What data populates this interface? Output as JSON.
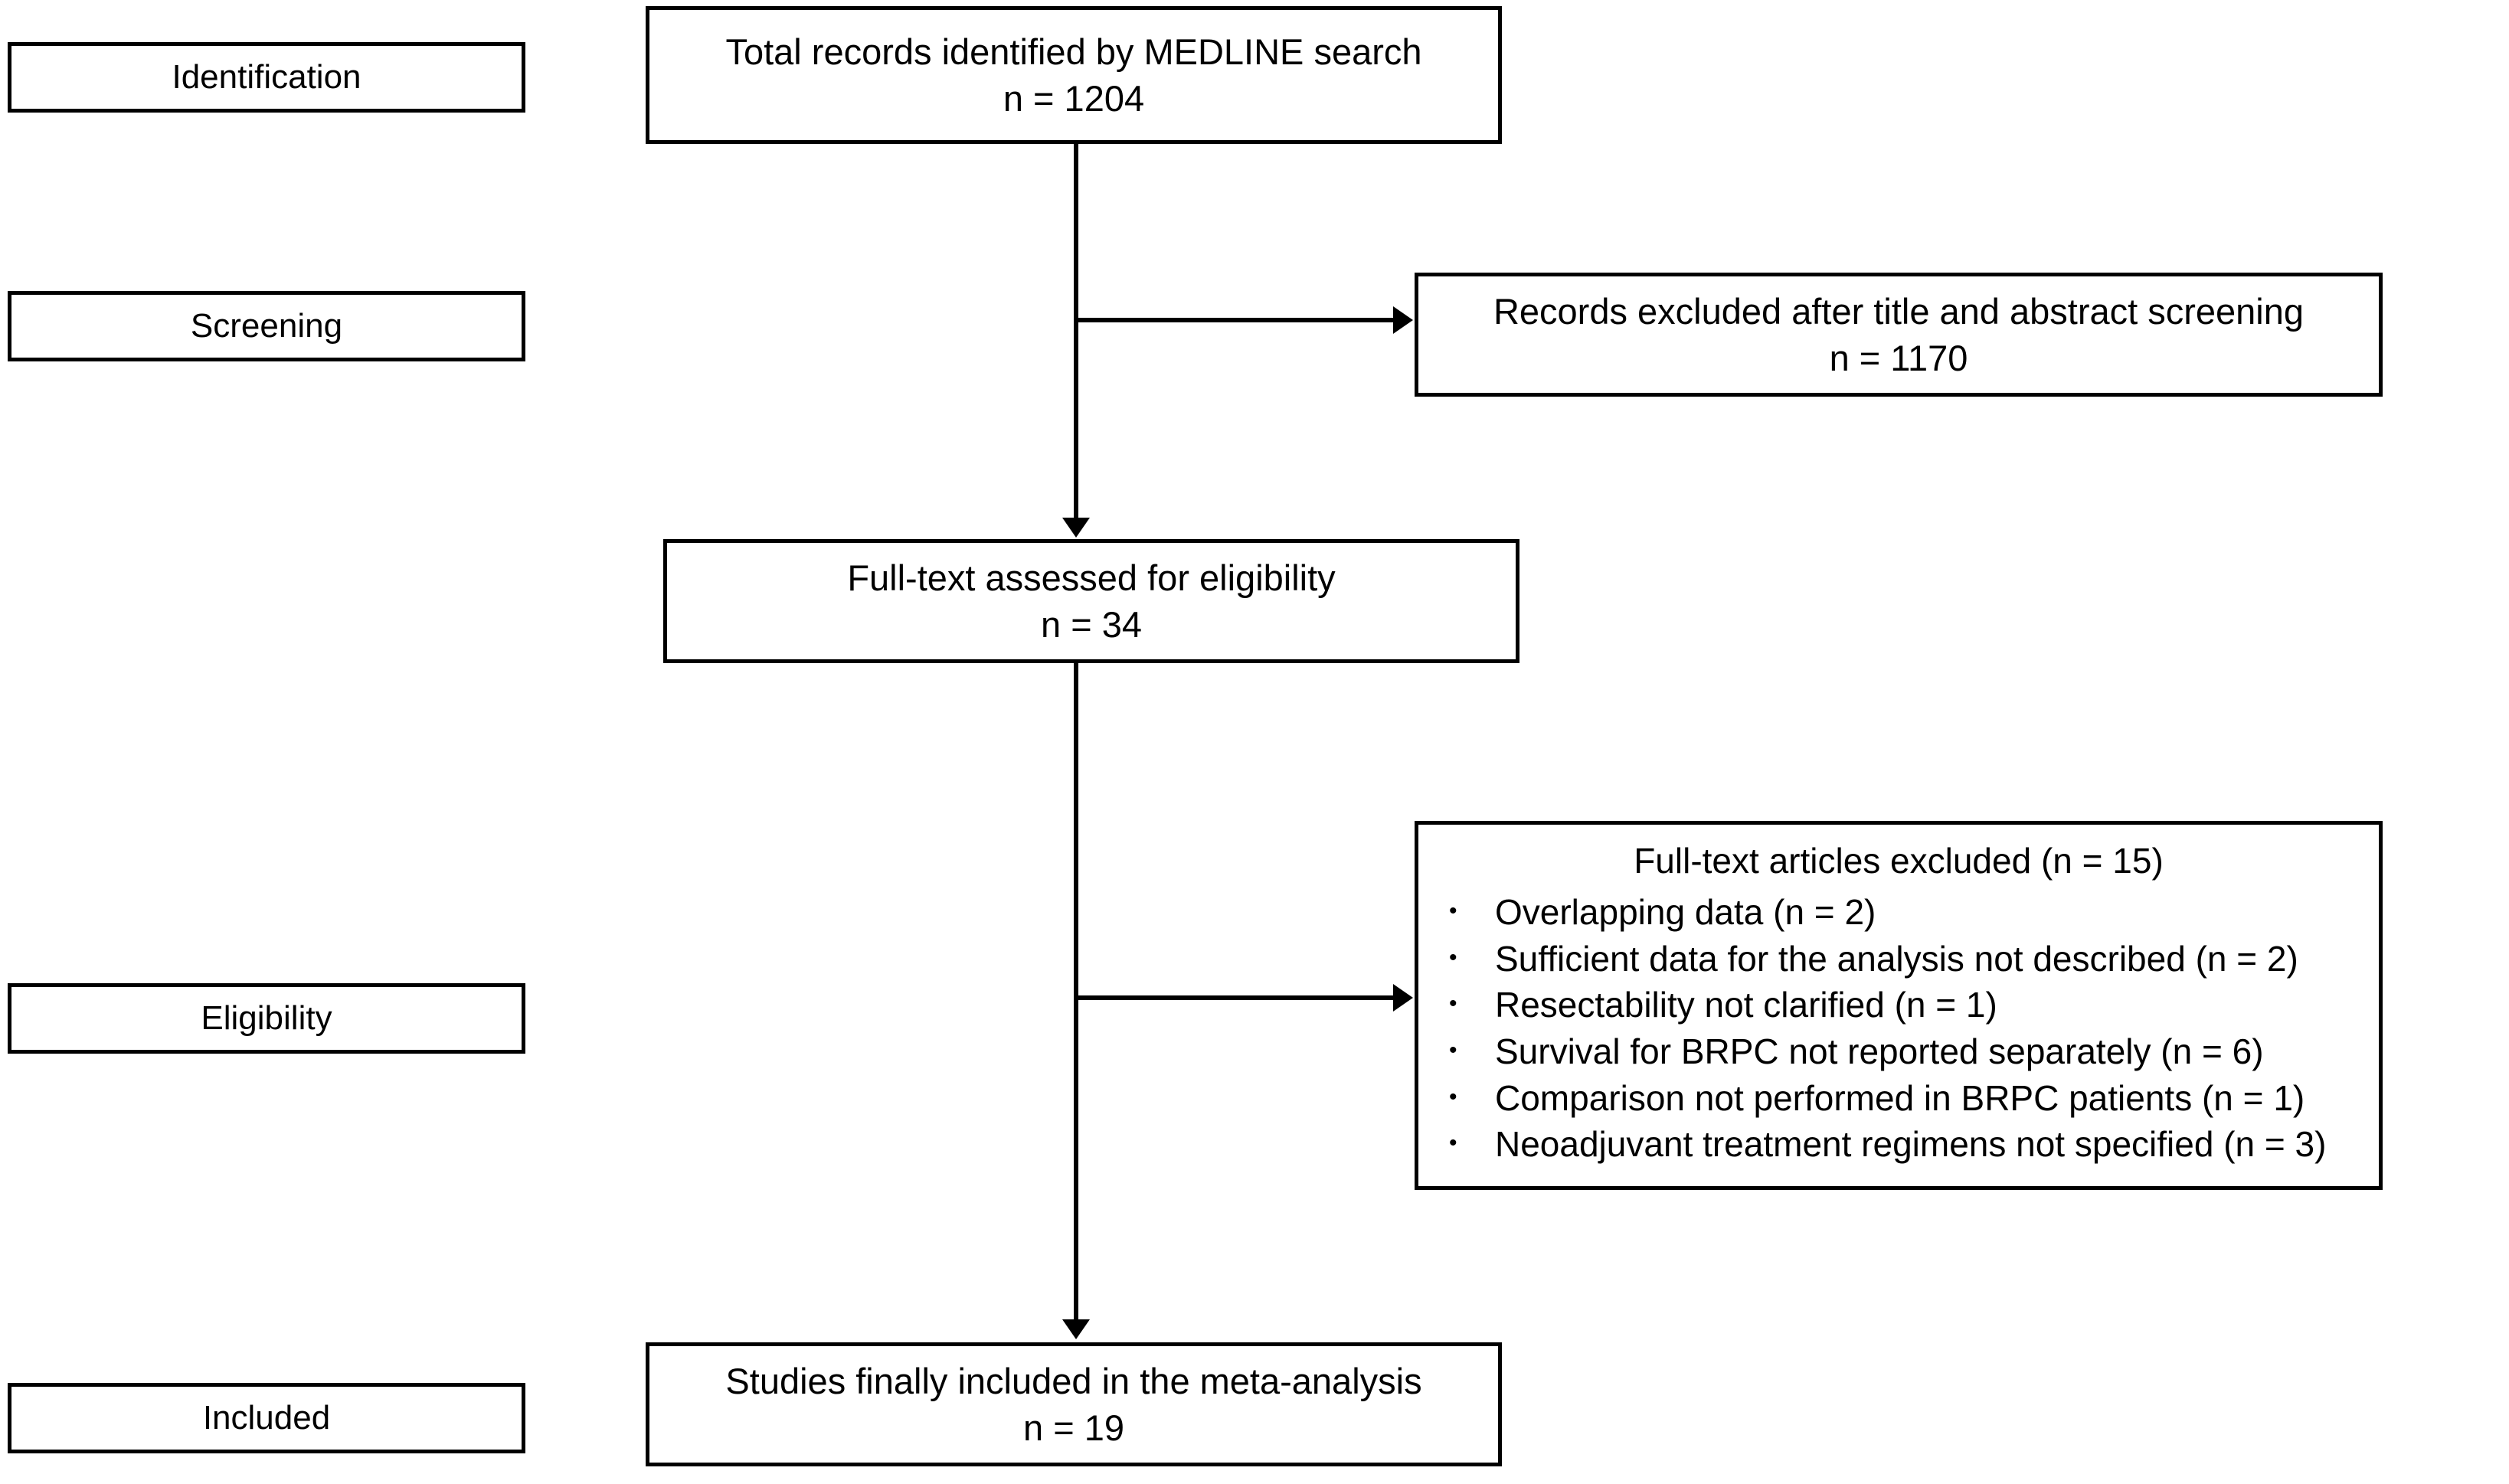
{
  "diagram": {
    "type": "prisma-flow-diagram",
    "stages": [
      {
        "id": "identification",
        "label": "Identification"
      },
      {
        "id": "screening",
        "label": "Screening"
      },
      {
        "id": "eligibility",
        "label": "Eligibility"
      },
      {
        "id": "included",
        "label": "Included"
      }
    ],
    "nodes": {
      "identified": {
        "line1": "Total records identified by MEDLINE search",
        "line2": "n = 1204",
        "count": 1204
      },
      "screen_excluded": {
        "line1": "Records excluded after title and abstract screening",
        "line2": "n = 1170",
        "count": 1170
      },
      "fulltext_assessed": {
        "line1": "Full-text assessed for eligibility",
        "line2": "n = 34",
        "count": 34
      },
      "fulltext_excluded": {
        "title": "Full-text articles excluded (n = 15)",
        "count": 15,
        "bullet_glyph": "•",
        "reasons": [
          {
            "text": "Overlapping data (n = 2)",
            "count": 2
          },
          {
            "text": "Sufficient data for the analysis not described (n = 2)",
            "count": 2
          },
          {
            "text": "Resectability not clarified (n = 1)",
            "count": 1
          },
          {
            "text": "Survival for BRPC not reported separately (n = 6)",
            "count": 6
          },
          {
            "text": "Comparison not performed in BRPC patients (n = 1)",
            "count": 1
          },
          {
            "text": "Neoadjuvant treatment regimens not specified (n = 3)",
            "count": 3
          }
        ]
      },
      "included": {
        "line1": "Studies finally included in the meta-analysis",
        "line2": "n = 19",
        "count": 19
      }
    },
    "colors": {
      "stroke": "#000000",
      "background": "#ffffff",
      "text": "#000000"
    }
  }
}
